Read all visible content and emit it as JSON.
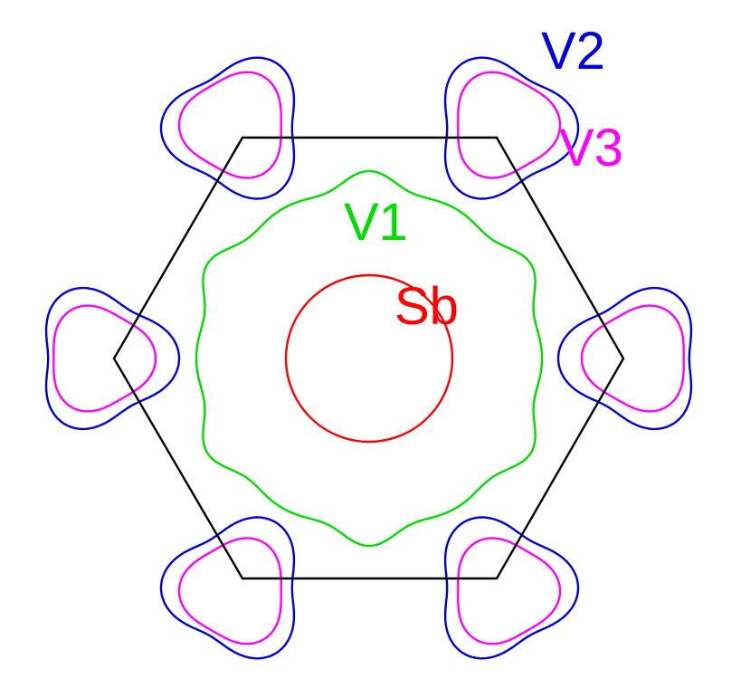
{
  "labels": {
    "v1": "V1",
    "v2": "V2",
    "v3": "V3",
    "sb": "Sb"
  },
  "colors": {
    "hexagon": "#000000",
    "v1": "#00dd00",
    "v2": "#0000dd",
    "v3": "#ff00ff",
    "sb": "#ff0000",
    "background": "#ffffff"
  }
}
